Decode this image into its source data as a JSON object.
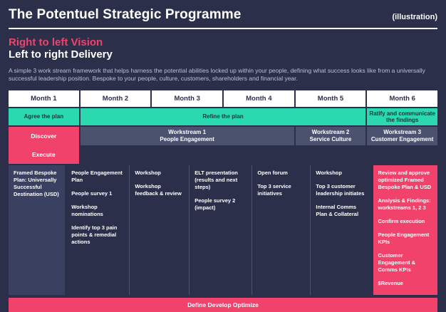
{
  "header": {
    "title": "The Potentuel Strategic Programme",
    "illustration_label": "(illustration)"
  },
  "titles": {
    "line1": "Right to left Vision",
    "line2": "Left to right Delivery",
    "subtitle": "A simple 3 work stream framework that helps harness the potential abilities locked up within your people, defining what success looks like from a universally successful leadership position. Bespoke to your people, culture, customers, shareholders and financial year."
  },
  "colors": {
    "background": "#2b2f4a",
    "accent_pink": "#f0426b",
    "accent_teal": "#2ad9b0",
    "panel": "#3a4060"
  },
  "months": [
    {
      "label": "Month 1"
    },
    {
      "label": "Month 2"
    },
    {
      "label": "Month 3"
    },
    {
      "label": "Month 4"
    },
    {
      "label": "Month 5"
    },
    {
      "label": "Month 6"
    }
  ],
  "plan_band": [
    {
      "label": "Agree the plan"
    },
    {
      "label": "Refine the plan"
    },
    {
      "label": "Ratify and communicate the findings"
    }
  ],
  "stage_band": [
    {
      "label": "Discover"
    },
    {
      "label": "Workstream 1\nPeople Engagement"
    },
    {
      "label": "Workstream 2\nService Culture"
    },
    {
      "label": "Workstream 3\nCustomer Engagement"
    },
    {
      "label": "Execute"
    }
  ],
  "workstreams": {
    "ws1_line1": "Workstream 1",
    "ws1_line2": "People Engagement",
    "ws2_line1": "Workstream 2",
    "ws2_line2": "Service Culture",
    "ws3_line1": "Workstream 3",
    "ws3_line2": "Customer Engagement"
  },
  "columns": [
    {
      "style": "dark",
      "items": [
        "Framed Bespoke Plan: Universally Successful Destination (USD)"
      ]
    },
    {
      "style": "plain",
      "items": [
        "People Engagement Plan",
        "People survey 1",
        "Workshop nominations",
        "Identify top 3 pain points & remedial actions"
      ]
    },
    {
      "style": "plain",
      "items": [
        "Workshop",
        "Workshop feedback & review"
      ]
    },
    {
      "style": "plain",
      "items": [
        "ELT presentation (results and next steps)",
        "People survey 2 (impact)"
      ]
    },
    {
      "style": "plain",
      "items": [
        "Open forum",
        "Top 3 service initiatives"
      ]
    },
    {
      "style": "plain",
      "items": [
        "Workshop",
        "Top 3 customer leadership initiates",
        "Internal Comms Plan & Collateral"
      ]
    },
    {
      "style": "pink",
      "items": [
        "Review and approve optimized Framed Bespoke Plan & USD",
        "Analysis & Findings: workstreams 1, 2 3",
        "Confirm execution",
        "People Engagement KPIs",
        "Customer Engagement & Comms KPIs",
        "$Revenue"
      ]
    }
  ],
  "footer": {
    "label": "Define Develop Optimize"
  }
}
